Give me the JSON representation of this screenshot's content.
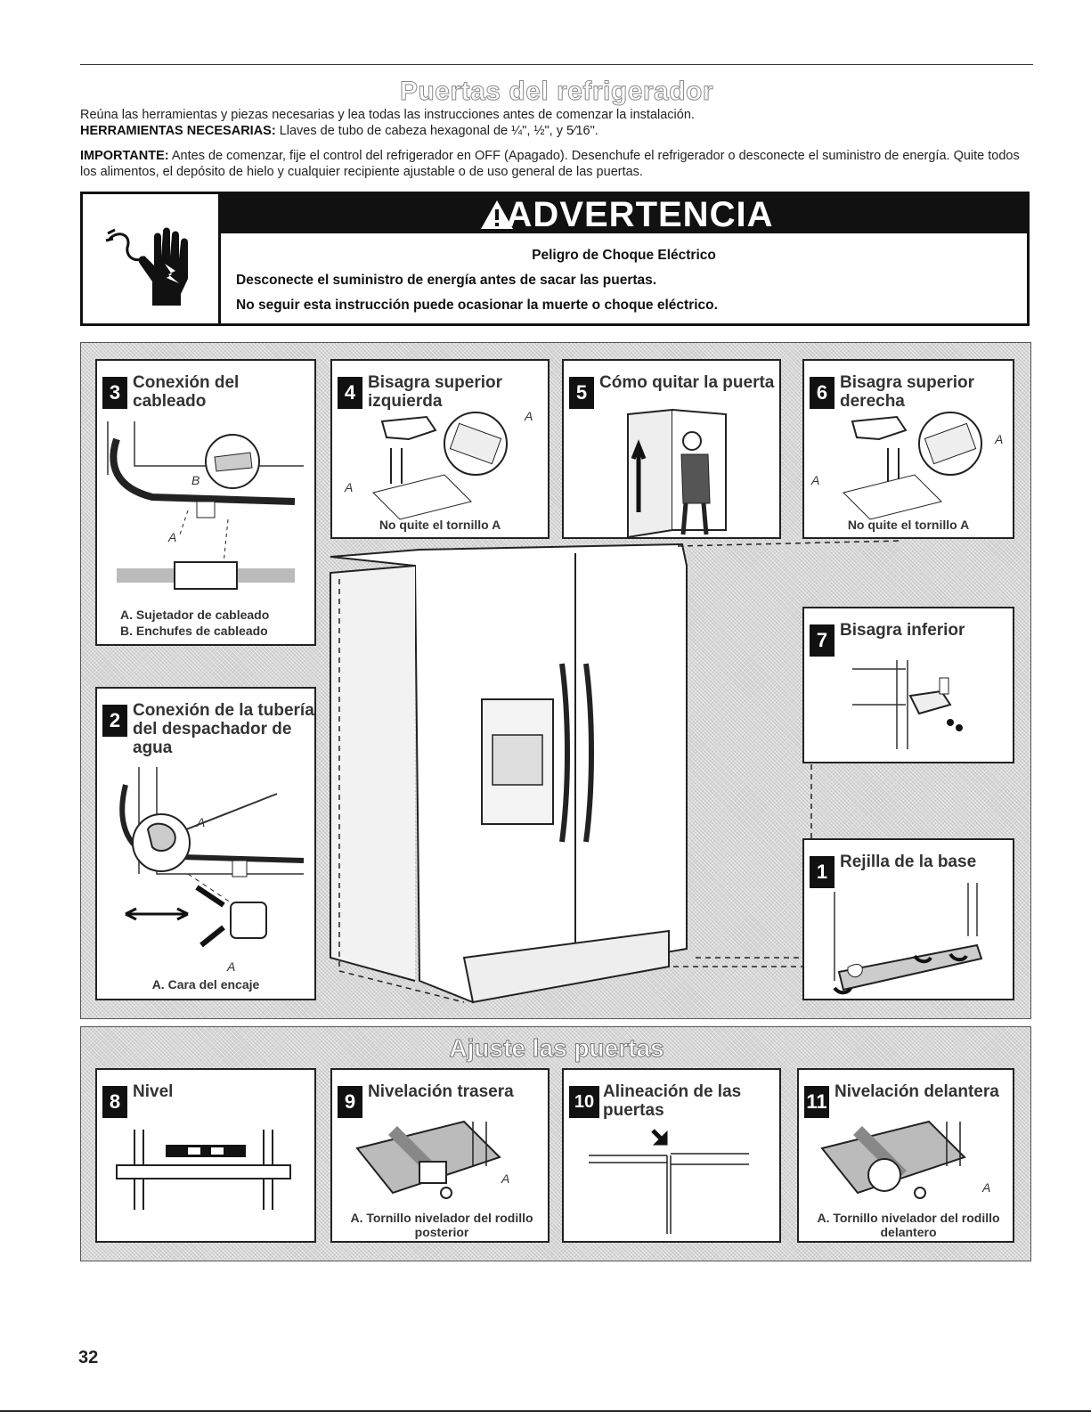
{
  "page": {
    "title": "Puertas del refrigerador",
    "intro": "Reúna las herramientas y piezas necesarias y lea todas las instrucciones antes de comenzar la instalación.",
    "tools_label": "HERRAMIENTAS NECESARIAS:",
    "tools_text": "Llaves de tubo de cabeza hexagonal de ¼\", ½\", y 5⁄16\".",
    "important_label": "IMPORTANTE:",
    "important_text": "Antes de comenzar, fije el control del refrigerador en OFF (Apagado). Desenchufe el refrigerador o desconecte el suministro de energía. Quite todos los alimentos, el depósito de hielo y cualquier recipiente ajustable o de uso general de las puertas.",
    "page_number": "32"
  },
  "warning": {
    "heading": "ADVERTENCIA",
    "line1": "Peligro de Choque Eléctrico",
    "line2": "Desconecte el suministro de energía antes de sacar las puertas.",
    "line3": "No seguir esta instrucción puede ocasionar la muerte o choque eléctrico."
  },
  "steps": {
    "s3": {
      "num": "3",
      "title": "Conexión del cableado",
      "cap_a": "A. Sujetador de cableado",
      "cap_b": "B. Enchufes de cableado",
      "lbl_a": "A",
      "lbl_b": "B"
    },
    "s4": {
      "num": "4",
      "title": "Bisagra superior izquierda",
      "caption": "No quite el tornillo A",
      "lbl_a": "A"
    },
    "s5": {
      "num": "5",
      "title": "Cómo quitar la puerta"
    },
    "s6": {
      "num": "6",
      "title": "Bisagra superior derecha",
      "caption": "No quite el tornillo A",
      "lbl_a": "A"
    },
    "s7": {
      "num": "7",
      "title": "Bisagra inferior"
    },
    "s2": {
      "num": "2",
      "title": "Conexión de la tubería del despachador de agua",
      "caption": "A. Cara del encaje",
      "lbl_a": "A"
    },
    "s1": {
      "num": "1",
      "title": "Rejilla de la base"
    }
  },
  "adjust": {
    "title": "Ajuste las puertas",
    "s8": {
      "num": "8",
      "title": "Nivel"
    },
    "s9": {
      "num": "9",
      "title": "Nivelación trasera",
      "caption": "A. Tornillo nivelador del rodillo posterior",
      "lbl_a": "A"
    },
    "s10": {
      "num": "10",
      "title": "Alineación de las puertas"
    },
    "s11": {
      "num": "11",
      "title": "Nivelación delantera",
      "caption": "A. Tornillo nivelador del rodillo delantero",
      "lbl_a": "A"
    }
  }
}
